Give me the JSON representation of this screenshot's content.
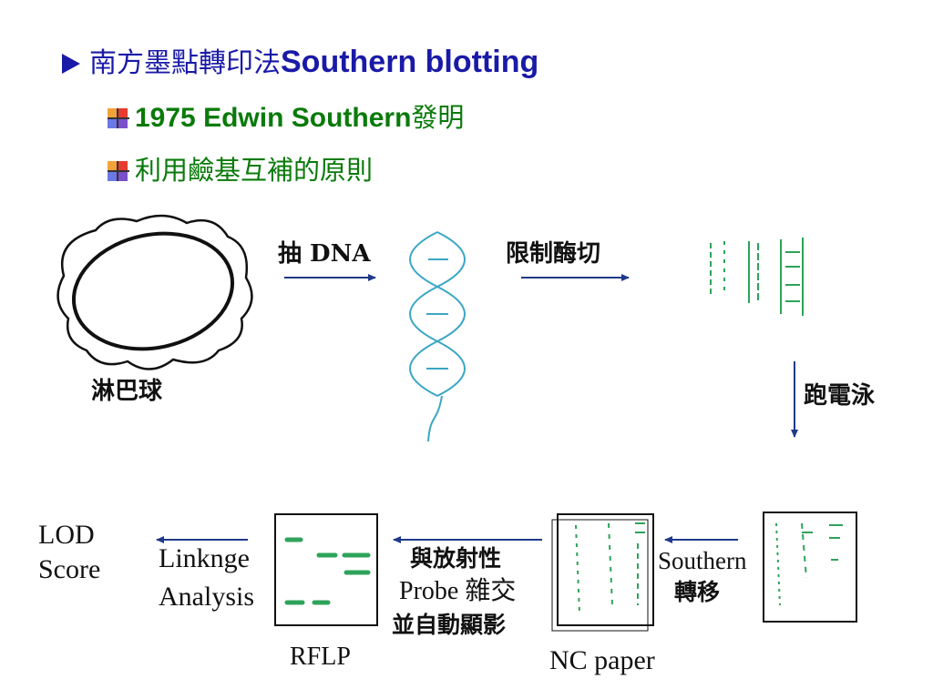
{
  "title": {
    "cjk": "南方墨點轉印法",
    "latin": "Southern blotting"
  },
  "bullets": [
    {
      "latin": "1975 Edwin Southern",
      "cjk": "發明"
    },
    {
      "latin": "",
      "cjk": "利用鹼基互補的原則"
    }
  ],
  "diagram": {
    "step_extract_dna": "抽 DNA",
    "label_lymphocyte": "淋巴球",
    "step_restriction": "限制酶切",
    "step_electrophoresis": "跑電泳",
    "step_transfer_1": "Southern",
    "step_transfer_2": "轉移",
    "step_probe_1": "與放射性",
    "step_probe_2": "Probe 雜交",
    "step_probe_3": "並自動顯影",
    "label_nc_paper": "NC paper",
    "label_rflp": "RFLP",
    "step_linkage_1": "Linknge",
    "step_linkage_2": "Analysis",
    "label_lod_1": "LOD",
    "label_lod_2": "Score"
  },
  "colors": {
    "title": "#1a1aa8",
    "bullets": "#0a7a0a",
    "dna_helix": "#3aa7c4",
    "gel_bands": "#2ea35a",
    "arrows": "#1f3a8a"
  }
}
